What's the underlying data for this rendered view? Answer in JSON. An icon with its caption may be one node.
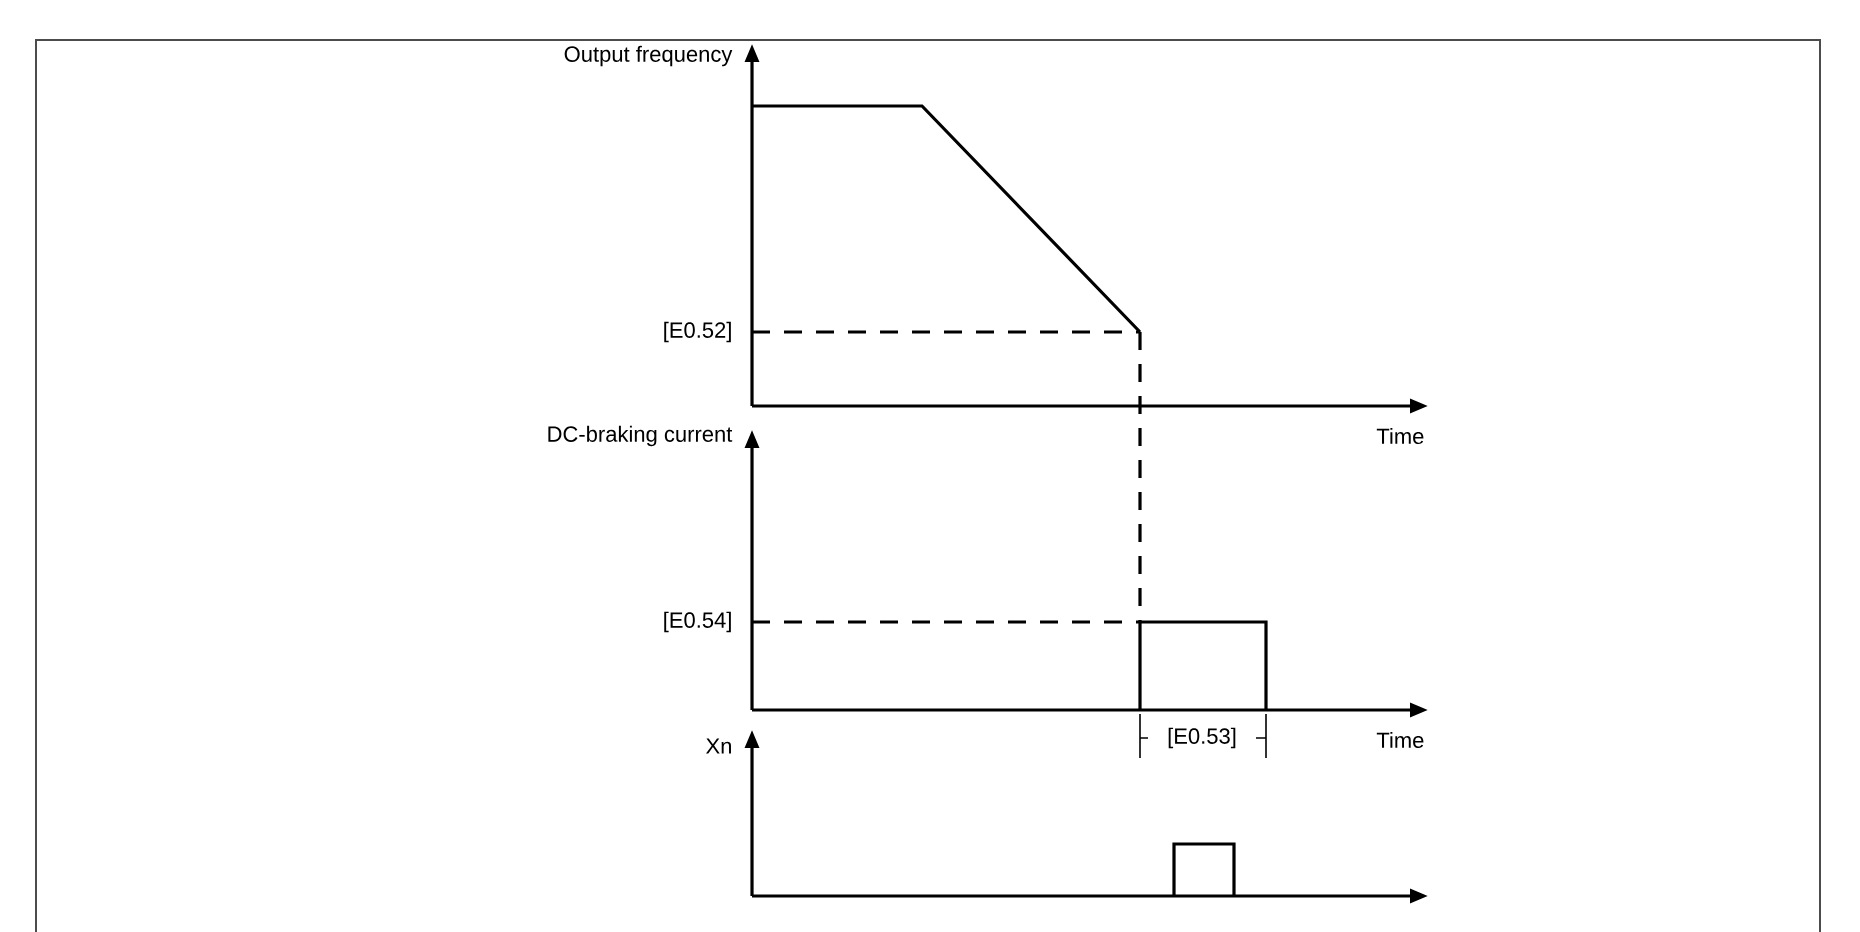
{
  "diagram": {
    "labels": [
      "Output frequency",
      "[E0.52]",
      "Time",
      "DC-braking current",
      "[E0.54]",
      "[E0.53]",
      "Time",
      "Xn"
    ]
  }
}
